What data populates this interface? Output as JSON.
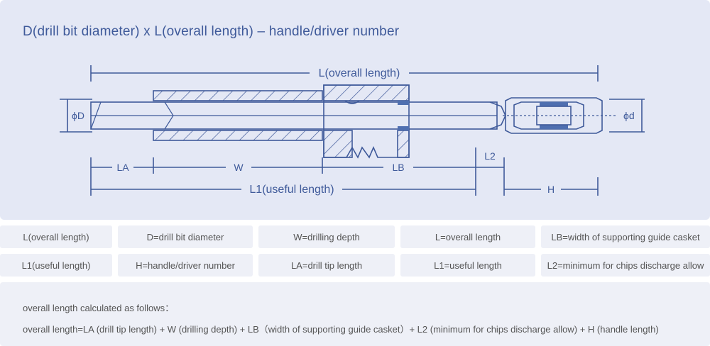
{
  "title": "D(drill bit diameter) x L(overall length) – handle/driver number",
  "diagram_labels": {
    "overall_length": "L(overall length)",
    "useful_length": "L1(useful length)",
    "phi_D": "ϕD",
    "phi_d": "ϕd",
    "LA": "LA",
    "W": "W",
    "LB": "LB",
    "L2": "L2",
    "H": "H"
  },
  "legend_rows": [
    [
      "L(overall length)",
      "D=drill bit diameter",
      "W=drilling depth",
      "L=overall length",
      "LB=width of supporting guide casket"
    ],
    [
      "L1(useful length)",
      "H=handle/driver number",
      "LA=drill tip length",
      "L1=useful length",
      "L2=minimum for chips discharge allow"
    ]
  ],
  "formula": {
    "heading": "overall length calculated as follows：",
    "text": "overall length=LA (drill tip length) + W (drilling depth) + LB（width of supporting guide casket）+ L2 (minimum for chips discharge allow) + H (handle length)"
  },
  "colors": {
    "line": "#3f5a9a",
    "accent_blue": "#4f6fb0",
    "panel_bg": "#e4e8f5",
    "cell_bg": "#eef0f7"
  }
}
